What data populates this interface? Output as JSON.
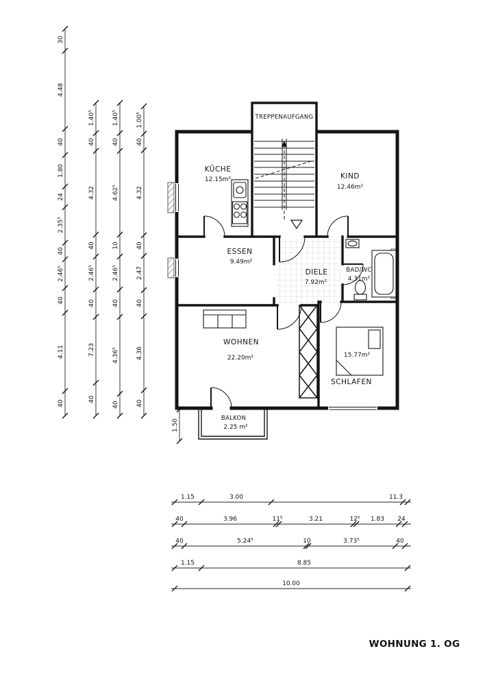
{
  "title": "WOHNUNG 1. OG",
  "rooms": {
    "treppenaufgang": {
      "name": "TREPPENAUFGANG"
    },
    "kueche": {
      "name": "KÜCHE",
      "area": "12.15m²"
    },
    "kind": {
      "name": "KIND",
      "area": "12.46m²"
    },
    "essen": {
      "name": "ESSEN",
      "area": "9.49m²"
    },
    "diele": {
      "name": "DIELE",
      "area": "7.92m²"
    },
    "bad_wc": {
      "name": "BAD/WC",
      "area": "4.31m²"
    },
    "wohnen": {
      "name": "WOHNEN",
      "area": "22.20m²"
    },
    "schlafen": {
      "name": "SCHLAFEN",
      "area": "15.77m²"
    },
    "balkon": {
      "name": "BALKON",
      "area": "2.25 m²"
    }
  },
  "dimensions": {
    "vertical_chain_a": [
      "30",
      "4.48",
      "40",
      "1.80",
      "24",
      "2.35⁵",
      "40",
      "2.46⁵",
      "40",
      "4.11",
      "40"
    ],
    "vertical_chain_b": [
      "1.40⁵",
      "40",
      "4.32",
      "40",
      "2.46⁵",
      "40",
      "7.23",
      "40"
    ],
    "vertical_chain_c": [
      "1.40⁵",
      "40",
      "4.62⁵",
      "10",
      "2.46⁵",
      "40",
      "4.36⁵",
      "40"
    ],
    "vertical_chain_d": [
      "1.00⁵",
      "40",
      "4.32",
      "40",
      "2.47",
      "40",
      "4.36",
      "40"
    ],
    "balcony_depth": "1.50",
    "bottom_row_1": [
      "1.15",
      "3.00",
      "11.3"
    ],
    "bottom_row_2": [
      "40",
      "3.96",
      "11⁵",
      "3.21",
      "12⁵",
      "1.83",
      "24"
    ],
    "bottom_row_3": [
      "40",
      "5.24⁵",
      "10",
      "3.73⁵",
      "40"
    ],
    "bottom_row_4": [
      "1.15",
      "8.85"
    ],
    "bottom_row_5": [
      "10.00"
    ]
  }
}
